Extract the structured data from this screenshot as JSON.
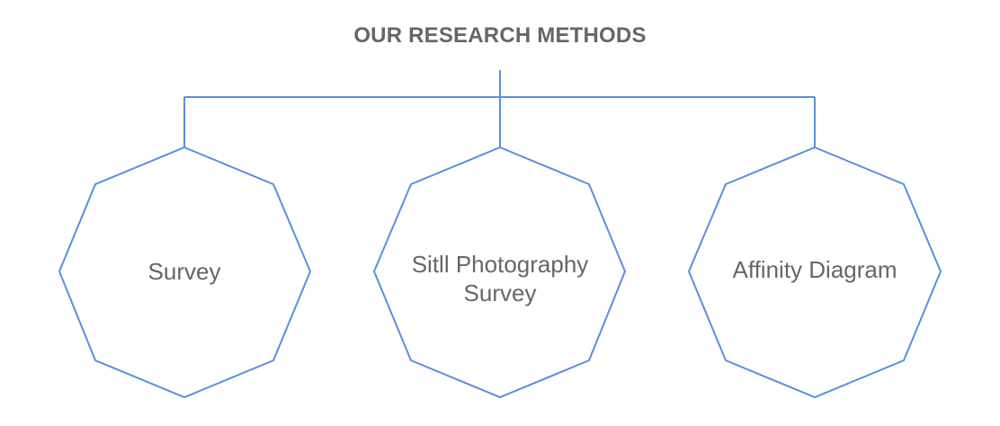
{
  "title": "OUR RESEARCH METHODS",
  "methods": [
    {
      "label_lines": [
        "Survey"
      ]
    },
    {
      "label_lines": [
        "Sitll Photography",
        "Survey"
      ]
    },
    {
      "label_lines": [
        "Affinity Diagram"
      ]
    }
  ],
  "colors": {
    "stroke": "#5b8ee0",
    "text": "#666666",
    "background": "#ffffff"
  }
}
